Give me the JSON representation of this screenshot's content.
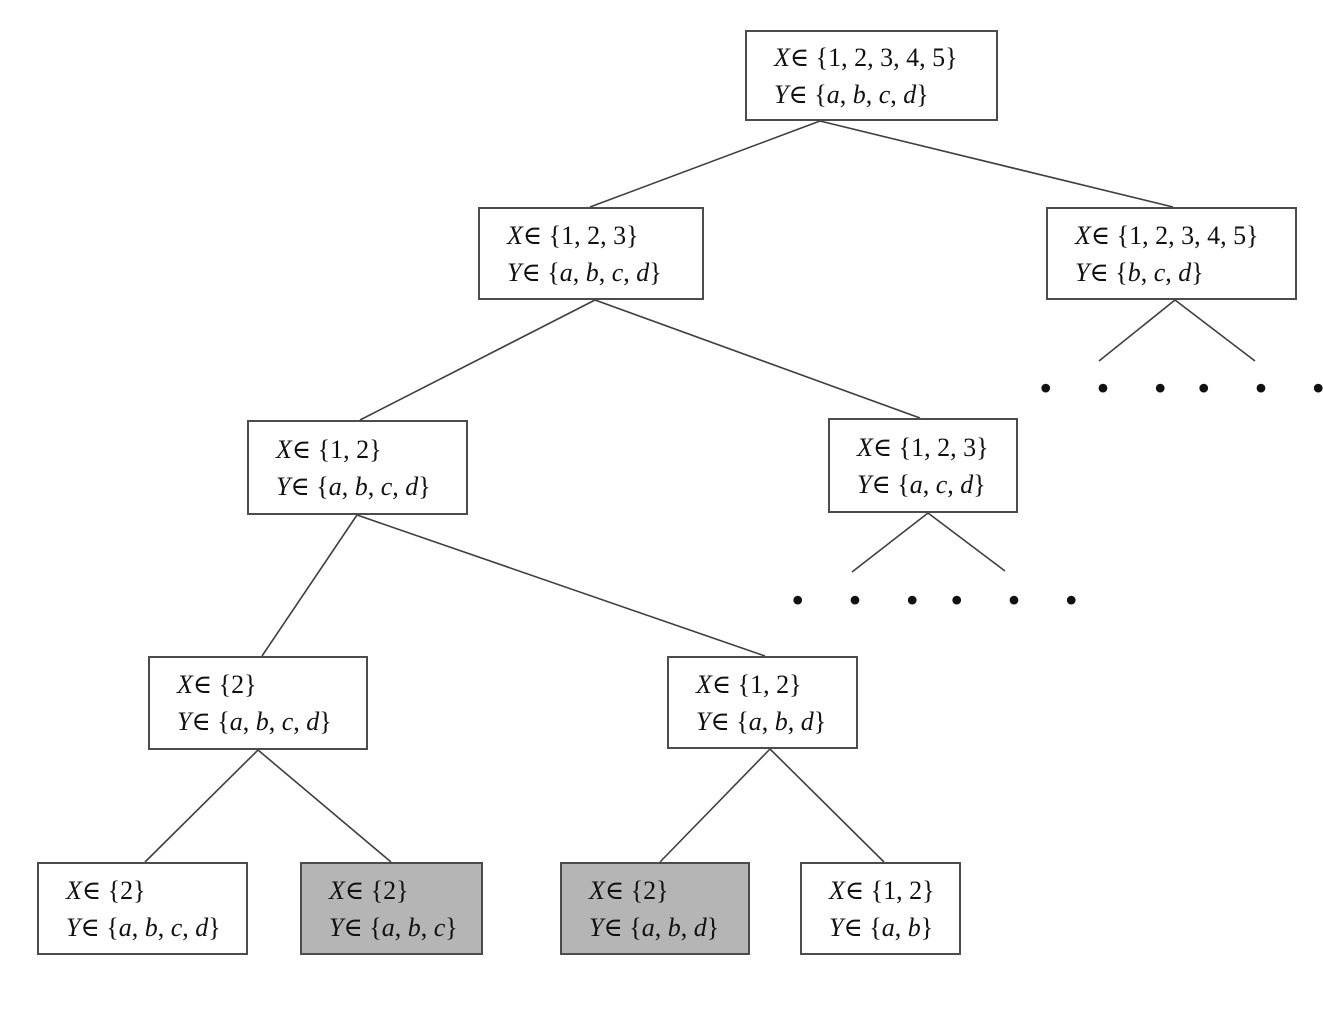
{
  "figure": {
    "type": "search-tree-diagram",
    "colors": {
      "background": "#ffffff",
      "node_border": "#4c4c4c",
      "normal_fill": "#ffffff",
      "highlight_fill": "#b5b5b5",
      "edge": "#3f3f3f",
      "text": "#111111"
    },
    "nodes": [
      {
        "id": "root",
        "level": 0,
        "line1": "X∈ {1, 2, 3, 4, 5}",
        "line2": "Y∈ {a, b, c, d}",
        "highlighted": false
      },
      {
        "id": "n1",
        "level": 1,
        "line1": "X∈ {1, 2, 3}",
        "line2": "Y∈ {a, b, c, d}",
        "highlighted": false
      },
      {
        "id": "n2",
        "level": 1,
        "line1": "X∈ {1, 2, 3, 4, 5}",
        "line2": "Y∈ {b, c, d}",
        "highlighted": false
      },
      {
        "id": "n11",
        "level": 2,
        "line1": "X∈ {1, 2}",
        "line2": "Y∈ {a, b, c, d}",
        "highlighted": false
      },
      {
        "id": "n12",
        "level": 2,
        "line1": "X∈ {1, 2, 3}",
        "line2": "Y∈ {a, c, d}",
        "highlighted": false
      },
      {
        "id": "n111",
        "level": 3,
        "line1": "X∈ {2}",
        "line2": "Y∈ {a, b, c, d}",
        "highlighted": false
      },
      {
        "id": "n112",
        "level": 3,
        "line1": "X∈ {1, 2}",
        "line2": "Y∈ {a, b, d}",
        "highlighted": false
      },
      {
        "id": "n1111",
        "level": 4,
        "line1": "X∈ {2}",
        "line2": "Y∈ {a, b, c, d}",
        "highlighted": false
      },
      {
        "id": "n1112",
        "level": 4,
        "line1": "X∈ {2}",
        "line2": "Y∈ {a, b, c}",
        "highlighted": true
      },
      {
        "id": "n1121",
        "level": 4,
        "line1": "X∈ {2}",
        "line2": "Y∈ {a, b, d}",
        "highlighted": true
      },
      {
        "id": "n1122",
        "level": 4,
        "line1": "X∈ {1, 2}",
        "line2": "Y∈ {a, b}",
        "highlighted": false
      }
    ],
    "edges": [
      {
        "from": "root",
        "to": "n1"
      },
      {
        "from": "root",
        "to": "n2"
      },
      {
        "from": "n1",
        "to": "n11"
      },
      {
        "from": "n1",
        "to": "n12"
      },
      {
        "from": "n2",
        "to": "ellipsis-1"
      },
      {
        "from": "n2",
        "to": "ellipsis-2"
      },
      {
        "from": "n11",
        "to": "n111"
      },
      {
        "from": "n11",
        "to": "n112"
      },
      {
        "from": "n12",
        "to": "ellipsis-3"
      },
      {
        "from": "n12",
        "to": "ellipsis-4"
      },
      {
        "from": "n111",
        "to": "n1111"
      },
      {
        "from": "n111",
        "to": "n1112"
      },
      {
        "from": "n112",
        "to": "n1121"
      },
      {
        "from": "n112",
        "to": "n1122"
      }
    ],
    "ellipses": [
      {
        "id": "ellipsis-1",
        "label": "• • •"
      },
      {
        "id": "ellipsis-2",
        "label": "• • •"
      },
      {
        "id": "ellipsis-3",
        "label": "• • •"
      },
      {
        "id": "ellipsis-4",
        "label": "• • •"
      }
    ]
  }
}
